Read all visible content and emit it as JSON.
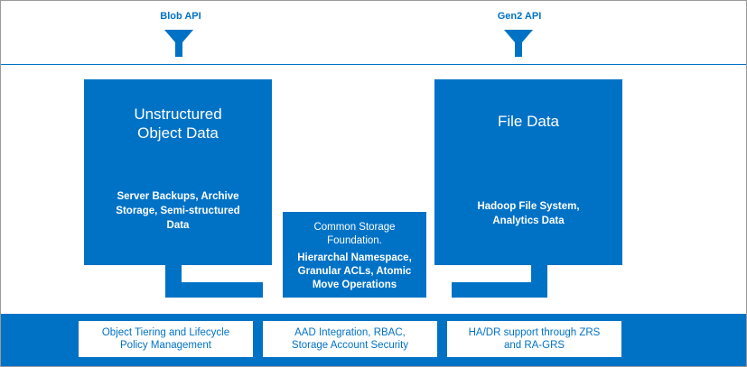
{
  "apis": {
    "blob": "Blob API",
    "gen2": "Gen2 API"
  },
  "unstructured": {
    "title_line1": "Unstructured",
    "title_line2": "Object Data",
    "desc_line1": "Server Backups, Archive",
    "desc_line2": "Storage, Semi-structured",
    "desc_line3": "Data"
  },
  "file_data": {
    "title": "File Data",
    "desc_line1": "Hadoop File System,",
    "desc_line2": "Analytics Data"
  },
  "common": {
    "title_line1": "Common Storage",
    "title_line2": "Foundation.",
    "desc_line1": "Hierarchal Namespace,",
    "desc_line2": "Granular ACLs, Atomic",
    "desc_line3": "Move Operations"
  },
  "features": [
    {
      "line1": "Object Tiering and Lifecycle",
      "line2": "Policy Management"
    },
    {
      "line1": "AAD Integration, RBAC,",
      "line2": "Storage Account Security"
    },
    {
      "line1": "HA/DR support through ZRS",
      "line2": "and RA-GRS"
    }
  ],
  "colors": {
    "accent": "#0072c6",
    "text_on_accent": "#ffffff",
    "background": "#ffffff"
  }
}
